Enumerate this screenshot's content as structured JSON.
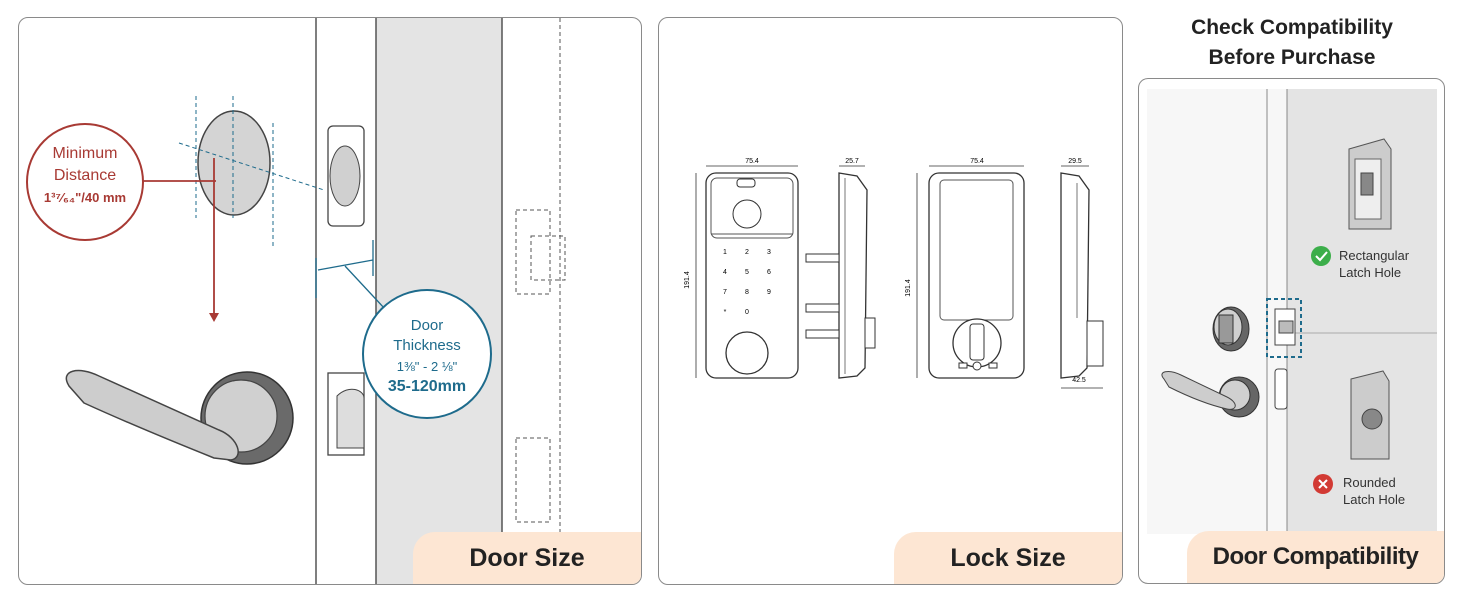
{
  "door_size": {
    "tab_label": "Door Size",
    "min_distance": {
      "line1": "Minimum",
      "line2": "Distance",
      "value": "1³⁷⁄₆₄\"/40 mm"
    },
    "door_thickness": {
      "line1": "Door",
      "line2": "Thickness",
      "range_in": "1⅜\" - 2 ⅛\"",
      "range_mm": "35-120mm"
    }
  },
  "lock_size": {
    "tab_label": "Lock Size",
    "dims": {
      "front_width": "75.4",
      "side_depth": "25.7",
      "back_width": "75.4",
      "back_depth": "29.5",
      "height_front": "191.4",
      "height_back": "191.4",
      "bottom_depth": "42.5"
    },
    "keypad": [
      "1",
      "2",
      "3",
      "4",
      "5",
      "6",
      "7",
      "8",
      "9",
      "*",
      "0",
      ""
    ]
  },
  "compatibility": {
    "heading_line1": "Check Compatibility",
    "heading_line2": "Before Purchase",
    "tab_label": "Door Compatibility",
    "ok": {
      "line1": "Rectangular",
      "line2": "Latch Hole"
    },
    "bad": {
      "line1": "Rounded",
      "line2": "Latch Hole"
    }
  },
  "colors": {
    "accent_red": "#a83a34",
    "accent_blue": "#1e6b8c",
    "tab_bg": "#fde6d3",
    "check_green": "#3cae4a",
    "cross_red": "#d23a34"
  }
}
